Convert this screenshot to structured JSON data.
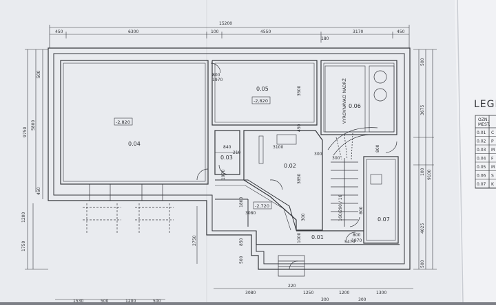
{
  "rooms": {
    "r004": "0.04",
    "r005": "0.05",
    "r006": "0.06",
    "r003": "0.03",
    "r002": "0.02",
    "r007": "0.07",
    "r001": "0.01"
  },
  "levels": {
    "l004": "-2,820",
    "l005": "-2,820",
    "l002": "-2,720"
  },
  "tank_label": "VYROVNÁVACÍ NÁDRŽ",
  "stair_label": "160/290 / 16",
  "dims_top": {
    "overall": "15200",
    "a1": "450",
    "a2": "6300",
    "a3": "100",
    "a4": "4550",
    "a5": "3170",
    "a6": "450",
    "b1": "180"
  },
  "dims_left": {
    "d1": "9750",
    "d2": "5800",
    "d3": "500",
    "d4": "450",
    "d5": "1200",
    "d6": "1750"
  },
  "dims_right": {
    "e1": "500",
    "e2": "3675",
    "e3": "100",
    "e4": "9100",
    "e5": "4025",
    "e6": "500"
  },
  "dims_inner": {
    "w1": "800",
    "w2": "1970",
    "w3": "3500",
    "w4": "450",
    "w5": "840",
    "w6": "210",
    "w7": "3100",
    "w8": "300",
    "w9": "300",
    "w10": "800",
    "w11": "1970",
    "w12": "1800",
    "w13": "3080",
    "w14": "3850",
    "w15": "300",
    "w16": "800",
    "w17": "5470",
    "w18": "800",
    "w19": "1970",
    "w20": "2750",
    "w21": "1000",
    "w22": "850",
    "w23": "500",
    "w24": "220"
  },
  "dims_bottom": {
    "f1": "3080",
    "f2": "1250",
    "f3": "1200",
    "f4": "1300",
    "f5": "300",
    "f6": "300",
    "g1": "1530",
    "g2": "500",
    "g3": "1200",
    "g4": "500"
  },
  "legend": {
    "title": "LEGE",
    "header_a": "OZN.",
    "header_b": "MEST.",
    "codes": [
      "0.01",
      "0.02",
      "0.03",
      "0.04",
      "0.05",
      "0.06",
      "0.07"
    ],
    "initials": [
      "C",
      "P",
      "M",
      "F",
      "M",
      "S",
      "K"
    ]
  },
  "colors": {
    "table": "#7d7f86",
    "paper": "#eceef2",
    "paper_shade": "#dfe2e7",
    "line": "#34363b"
  }
}
